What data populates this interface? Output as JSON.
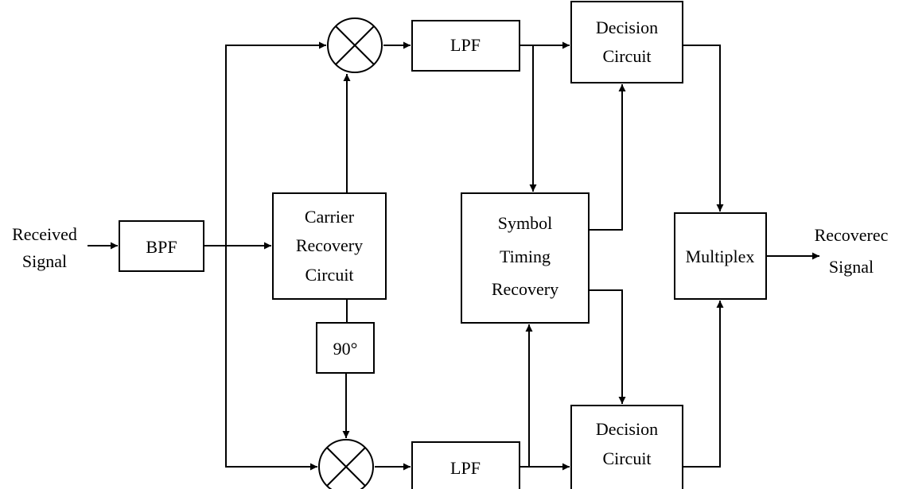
{
  "input": {
    "line1": "Received",
    "line2": "Signal"
  },
  "output": {
    "line1": "Recoverec",
    "line2": "Signal"
  },
  "blocks": {
    "bpf": "BPF",
    "carrier_recovery": [
      "Carrier",
      "Recovery",
      "Circuit"
    ],
    "phase_shift": "90°",
    "lpf_top": "LPF",
    "lpf_bottom": "LPF",
    "symbol_timing": [
      "Symbol",
      "Timing",
      "Recovery"
    ],
    "decision_top": [
      "Decision",
      "Circuit"
    ],
    "decision_bottom": [
      "Decision",
      "Circuit"
    ],
    "multiplex": "Multiplex"
  }
}
